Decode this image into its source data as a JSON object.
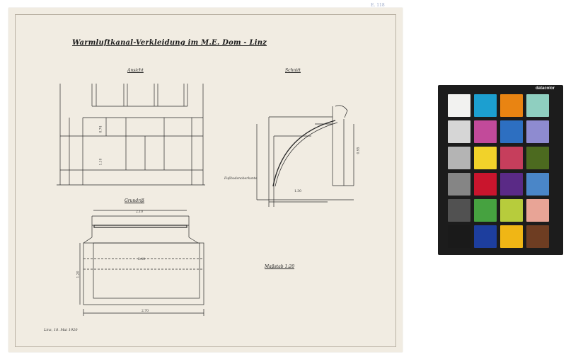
{
  "document": {
    "title": "Warmluftkanal-Verkleidung im M.E. Dom - Linz",
    "archive_mark": "E. 118",
    "views": {
      "elevation": "Ansicht",
      "section": "Schnitt",
      "plan": "Grundriß"
    },
    "scale": "Maßstab 1:20",
    "floor_note": "Fußbodenoberkante",
    "signature": "Linz, 18. Mai 1920",
    "dimensions": {
      "plan_top": "2.10",
      "plan_inner": "2.40",
      "plan_bottom": "2.70",
      "plan_side": "1.20",
      "section_base": "1.30",
      "section_height": "0.95",
      "elevation_height": "0.74",
      "elevation_lower": "1.10"
    }
  },
  "color_card": {
    "brand": "datacolor",
    "patches": [
      [
        "#f2f2f0",
        "#1c9fd0",
        "#e98412",
        "#8fcfc0"
      ],
      [
        "#d6d6d6",
        "#c24a9a",
        "#2d6fc1",
        "#8e8bd0"
      ],
      [
        "#b4b4b4",
        "#f1d22a",
        "#c63e5c",
        "#4c6a1f"
      ],
      [
        "#858585",
        "#c9152d",
        "#5a2a86",
        "#4a86c8"
      ],
      [
        "#515151",
        "#46a240",
        "#b7cc3c",
        "#e8a496"
      ],
      [
        "#1a1a1a",
        "#1d3e9e",
        "#f0b615",
        "#6e3d22"
      ]
    ]
  }
}
